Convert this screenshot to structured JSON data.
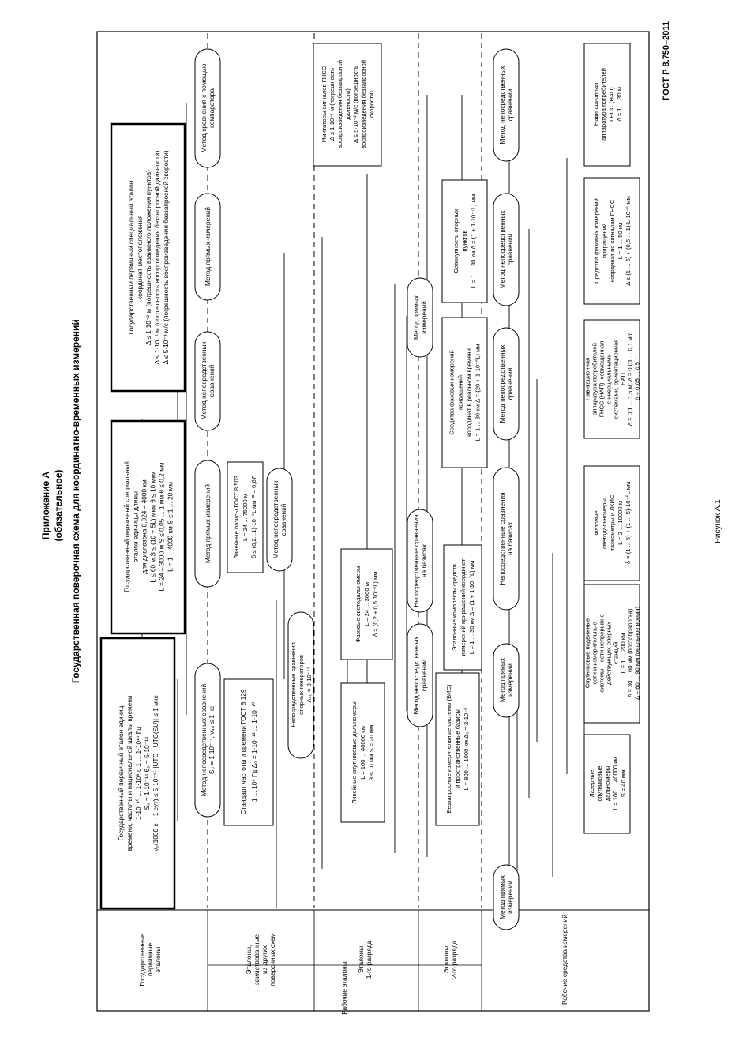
{
  "header": {
    "standard_code": "ГОСТ Р 8.750–2011",
    "appendix": "Приложение А",
    "obligatory": "(обязательное)",
    "title": "Государственная поверочная схема для координатно-временных измерений",
    "figure_caption": "Рисунок А.1"
  },
  "rows": {
    "state": [
      "Государственные",
      "первичные",
      "эталоны"
    ],
    "secondary": [
      "Эталоны,",
      "заимствованные",
      "из других",
      "поверочных схем"
    ],
    "first": [
      "Эталоны",
      "1-го разряда"
    ],
    "second": [
      "Эталоны",
      "2-го разряда"
    ],
    "working_standards": "Рабочие эталоны",
    "working_instruments": "Рабочие средства измерений"
  },
  "state_standards": {
    "time": [
      "Государственный первичный эталон единиц",
      "времени, частоты и национальной шкалы времени",
      "1·10⁻¹⁰ ... 1·10⁸ с          1 ... 1·10¹⁴ Гц",
      "S₀ = 1·10⁻¹⁴              θ₀ = 5·10⁻¹⁴",
      "ν₀(1000 с – 1 сут) ≤ 5·10⁻¹⁵  |UTC - UTC(SU)| ≤ 1 мкс"
    ],
    "length": [
      "Государственный первичный специальный",
      "эталон единицы длины",
      "для диапазона 0,024 – 4000 км",
      "L ≤ 60 м          S ≤ (10 + 5L) мкм   θ ≤ 10 мкм",
      "L = 24 – 3000 м    S ≤ 0,05 ... 1 мм     θ ≤ 0,2 мм",
      "L = 1 – 4000 км    S ≤ 1 ... 20 мм"
    ],
    "coords": [
      "Государственный первичный специальный эталон",
      "координат местоположения",
      "Δ ≤ 1·10⁻² м (погрешность взаимного положения пунктов)",
      "Δ ≤ 1·10⁻² м (погрешность воспроизведения беззапросной дальности)",
      "Δ ≤ 5·10⁻³ м/с (погрешность воспроизведения беззапросной скорости)"
    ]
  },
  "methods": {
    "direct_comparison": [
      "Метод непосредственных",
      "сравнений"
    ],
    "direct_comparison_s0": [
      "Метод непосредственных сравнений",
      "S₀ = 1·10⁻¹⁴, ν₄₀ ≤ 1 нс"
    ],
    "direct_measure": "Метод прямых измерений",
    "direct_measure_2": [
      "Метод прямых",
      "измерений"
    ],
    "comparator": [
      "Метод сравнения с помощью",
      "компаратора"
    ],
    "bases": [
      "Непосредственные сравнения",
      "на базисах"
    ],
    "ref_gen": [
      "Непосредственные сравнения",
      "опорных генераторов",
      "Λ₄₀ = 3·10⁻¹⁴"
    ]
  },
  "secondary_standards": {
    "freq_time": [
      "Стандарт частоты и времени ГОСТ 8.129",
      "1 ... 10⁹ Гц   Δ₀ = 1·10⁻¹³ ... 1·10⁻¹⁰"
    ],
    "linear_bases": [
      "Линейные базисы ГОСТ 8.503",
      "L = 24 ... 75000 м",
      "δ ≤ (0,2...1)·10⁻⁶L мм   P = 0,67"
    ],
    "gnss_sim": [
      "Имитаторы сигналов ГНСС",
      "Δ ≤ 1·10⁻¹ м (погрешность",
      "воспроизведения беззапросной",
      "дальности)",
      "Δ ≤ 5·10⁻² м/с (погрешность",
      "воспроизведения беззапросной",
      "скорости)"
    ]
  },
  "first_rank": {
    "sat_rangefinders": [
      "Линейные спутниковые дальномеры",
      "L = 100 ... 40000 км",
      "θ ≤ 10 мм       S = 20 мм"
    ],
    "phase_rangefinders": [
      "Фазовые светодальномеры",
      "L = 24 ... 3000 м",
      "Δ = (0,2 + 0,5·10⁻⁶L) мм"
    ],
    "ref_points": [
      "Совокупность опорных",
      "пунктов",
      "L = 1 ... 30 км   Δ = (1 + 1·10⁻⁷L) мм"
    ]
  },
  "second_rank": {
    "bis": [
      "Беззапросные измерительные системы (БИС)",
      "и пространственные базисы",
      "L = 800 ... 1000 км   Δ₀ = 2·10⁻⁸"
    ],
    "kits": [
      "Эталонные комплекты средств",
      "измерений приращений координат",
      "L = 1 ... 30 км   Δ = (1 + 1·10⁻⁷L) мм"
    ],
    "phase_rt": [
      "Средства фазовых измерений",
      "приращений",
      "координат в реальном времени",
      "L = 1 ... 30 км   Δ = (20 + 1·10⁻⁶L) мм"
    ]
  },
  "working": {
    "laser": [
      "Лазерные",
      "спутниковые",
      "дальномеры",
      "L = 100 ... 40000 км",
      "S = 40 мм"
    ],
    "sat_networks": [
      "Спутниковые подвижные",
      "сети и измерительные",
      "системы – сети непрерывно",
      "действующих опорных",
      "станций",
      "L = 1 ... 200 км",
      "Δ = 30 ... 60 мм (постобработка)",
      "Δ = 60 ... 90 мм (реальное время)"
    ],
    "phase_tacheo": [
      "Фазовые",
      "светодальномеры,",
      "тахеометры и ЛКИС",
      "L = 2 ... 10000 м",
      "δ = (1 ... 5) + (1 ... 5)·10⁻⁶L мм"
    ],
    "nav_inertial": [
      "Навигационная",
      "аппаратура потребителей",
      "ГНСС (НАП), совмещенная",
      "с инерциальными",
      "системами, ориентационная",
      "НАП",
      "Δ = 0,1 ... 1,5 м; Δ = 0,01 ... 0,1 м/с",
      "Δ = 0,05 ... 0,5 °"
    ],
    "phase_gnss": [
      "Средства фазовых измерений",
      "приращений",
      "координат по сигналам ГНСС",
      "L = 1 ... 50 км",
      "Δ ≥ (1 ... 5) + (0,5 ... 1)·L·10⁻⁶ мм"
    ],
    "nav_user": [
      "Навигационная",
      "аппаратура потребителей",
      "ГНСС (НАП)",
      "Δ = 1 ... 30 м"
    ]
  }
}
